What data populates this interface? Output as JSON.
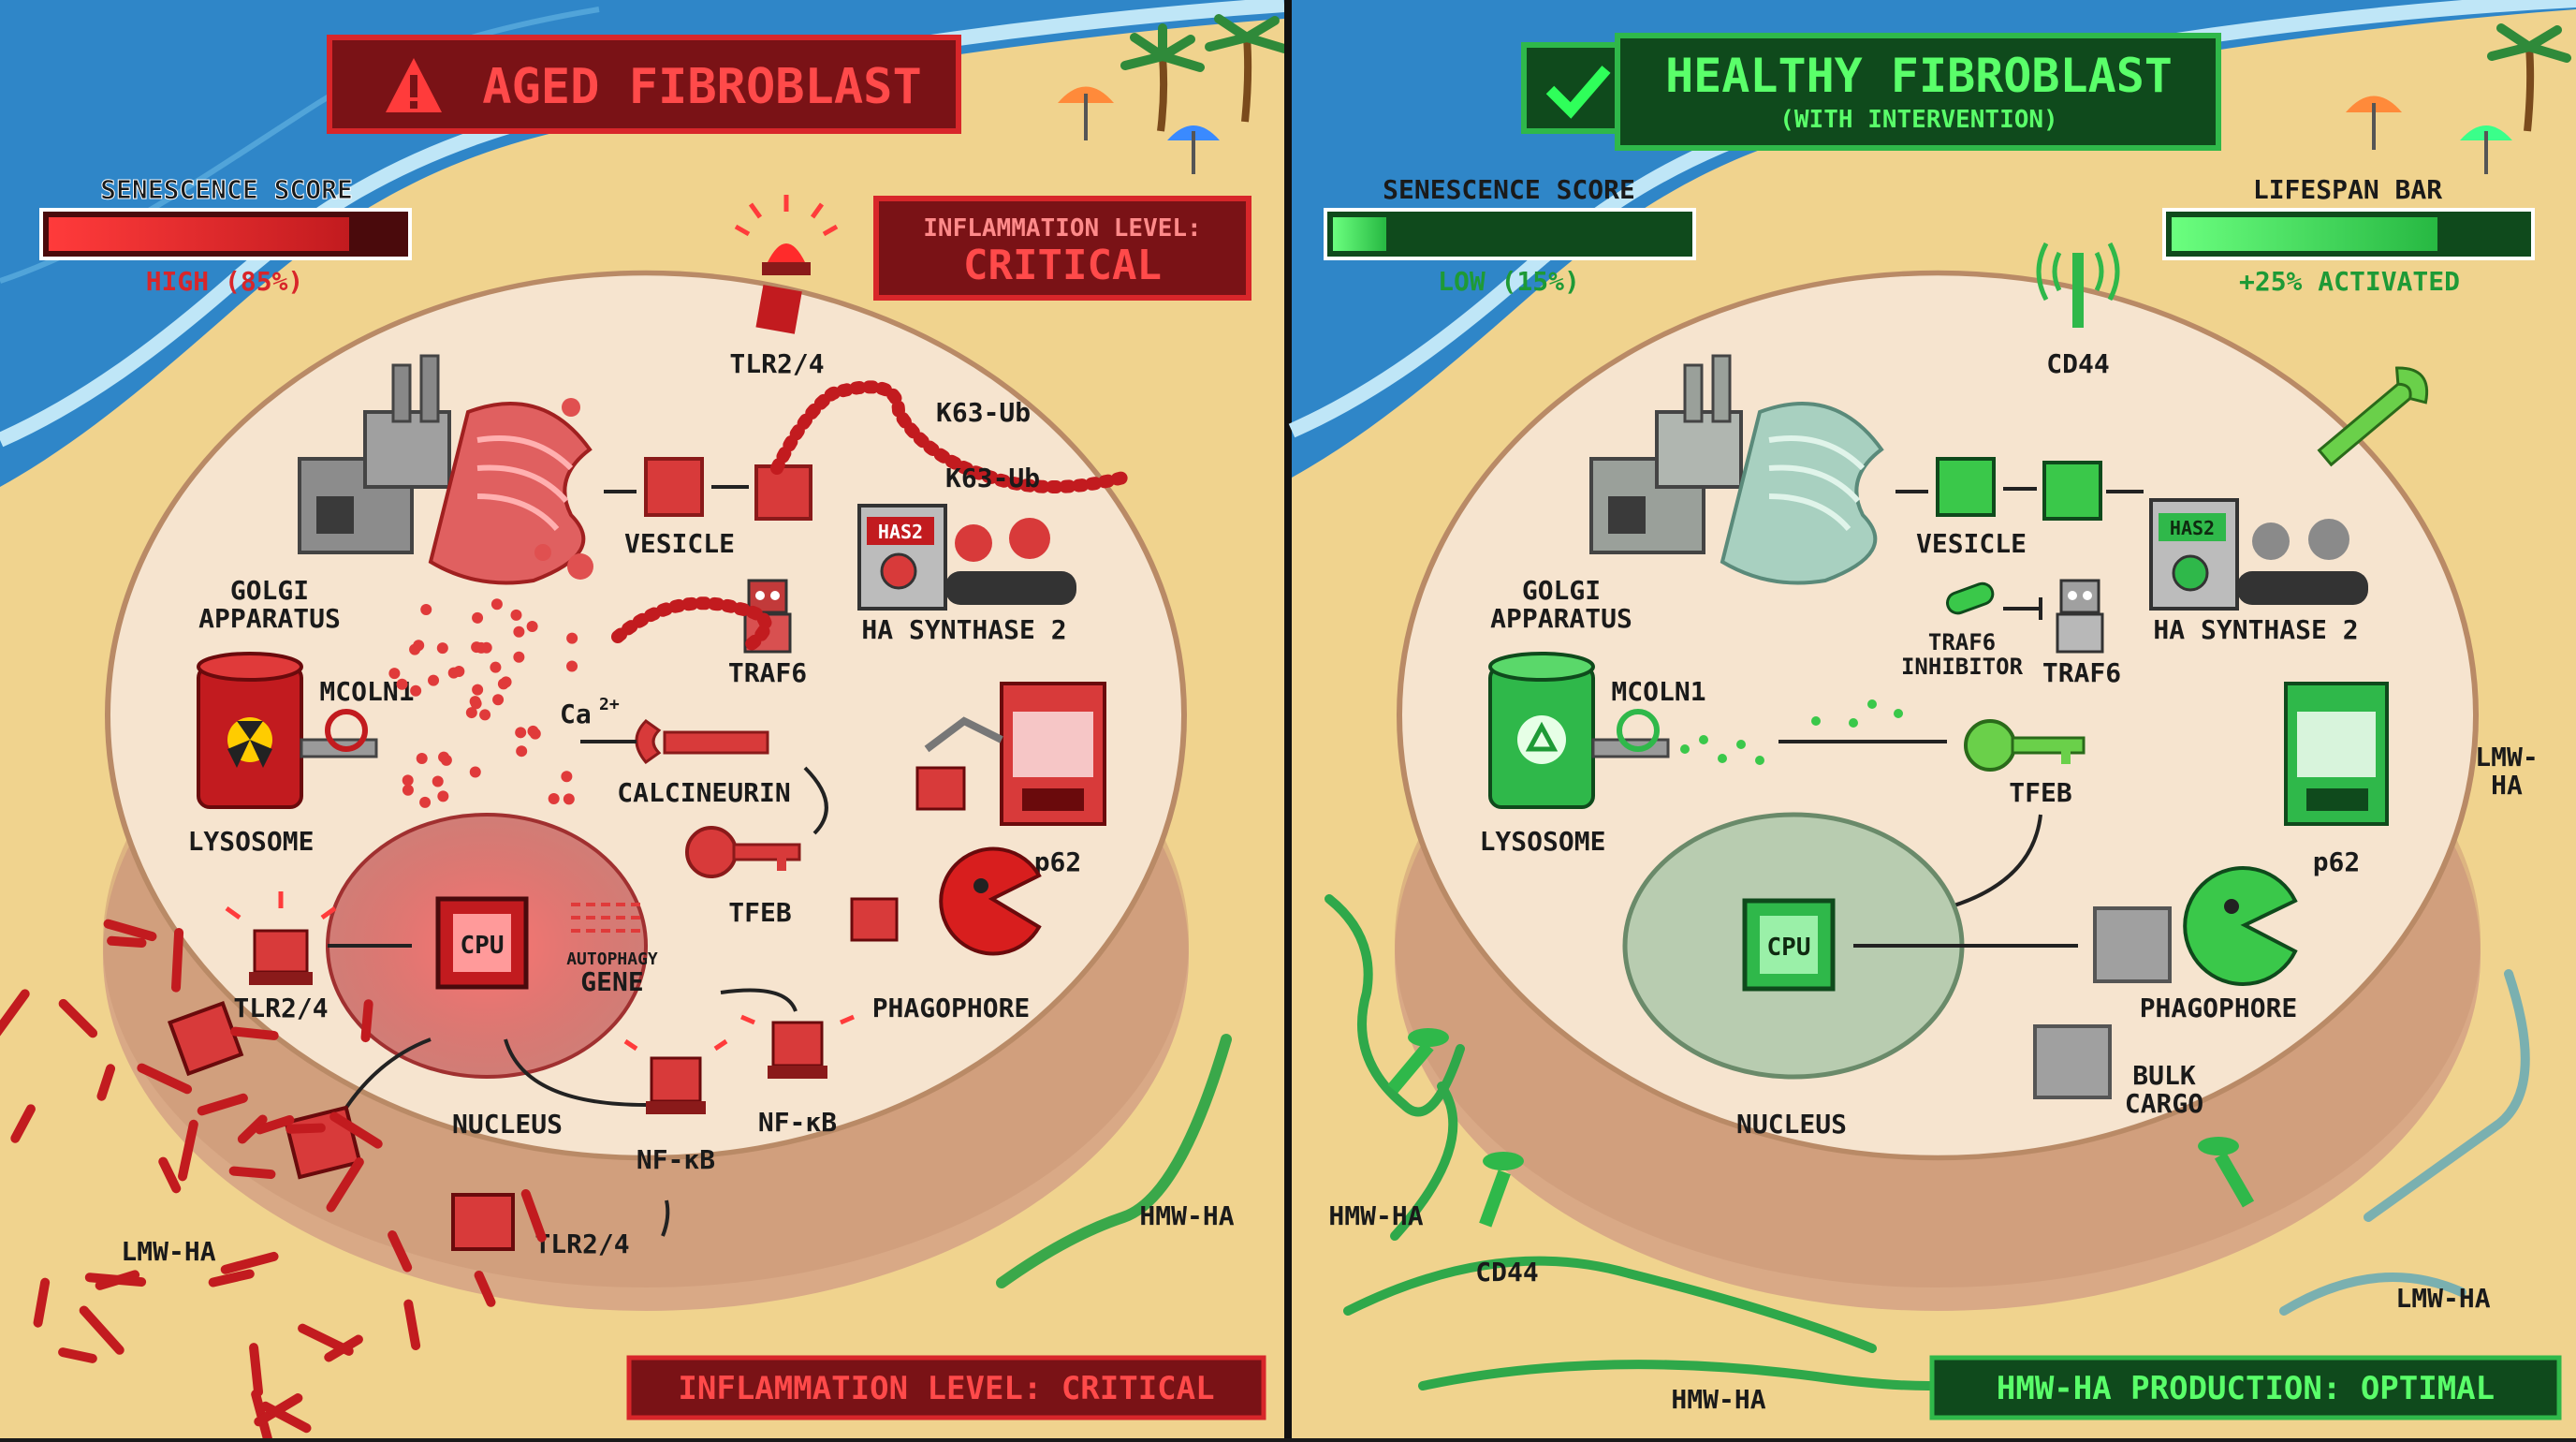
{
  "left": {
    "title": "AGED FIBROBLAST",
    "senescence_label": "SENESCENCE SCORE",
    "senescence_value": "HIGH (85%)",
    "senescence_fraction": 0.85,
    "inflammation_box_line1": "INFLAMMATION LEVEL:",
    "inflammation_box_line2": "CRITICAL",
    "bottom_banner": "INFLAMMATION LEVEL: CRITICAL",
    "labels": {
      "tlr_top": "TLR2/4",
      "k63_a": "K63-Ub",
      "k63_b": "K63-Ub",
      "golgi_1": "GOLGI",
      "golgi_2": "APPARATUS",
      "vesicle": "VESICLE",
      "has2": "HAS2",
      "ha_synthase": "HA SYNTHASE 2",
      "traf6": "TRAF6",
      "mcoln1": "MCOLN1",
      "ca": "Ca",
      "ca_sup": "2+",
      "calcineurin": "CALCINEURIN",
      "lysosome": "LYSOSOME",
      "tfeb": "TFEB",
      "p62": "p62",
      "cpu": "CPU",
      "autophagy_1": "AUTOPHAGY",
      "autophagy_2": "GENE",
      "tlr_mid": "TLR2/4",
      "phagophore": "PHAGOPHORE",
      "nucleus": "NUCLEUS",
      "nfkb_a": "NF-κB",
      "nfkb_b": "NF-κB",
      "lmw_ha": "LMW-HA",
      "tlr_bottom": "TLR2/4",
      "hmw_ha": "HMW-HA"
    }
  },
  "right": {
    "title": "HEALTHY FIBROBLAST",
    "subtitle": "(WITH INTERVENTION)",
    "senescence_label": "SENESCENCE SCORE",
    "senescence_value": "LOW (15%)",
    "senescence_fraction": 0.15,
    "lifespan_label": "LIFESPAN BAR",
    "lifespan_value": "+25% ACTIVATED",
    "lifespan_fraction": 0.75,
    "bottom_banner": "HMW-HA PRODUCTION: OPTIMAL",
    "labels": {
      "cd44_top": "CD44",
      "golgi_1": "GOLGI",
      "golgi_2": "APPARATUS",
      "vesicle": "VESICLE",
      "has2": "HAS2",
      "ha_synthase": "HA SYNTHASE 2",
      "traf6_inh_1": "TRAF6",
      "traf6_inh_2": "INHIBITOR",
      "traf6": "TRAF6",
      "mcoln1": "MCOLN1",
      "lysosome": "LYSOSOME",
      "tfeb": "TFEB",
      "p62": "p62",
      "lmw_ha_top_1": "LMW-",
      "lmw_ha_top_2": "HA",
      "cpu": "CPU",
      "phagophore": "PHAGOPHORE",
      "bulk_1": "BULK",
      "bulk_2": "CARGO",
      "nucleus": "NUCLEUS",
      "hmw_ha_left": "HMW-HA",
      "cd44_bottom": "CD44",
      "lmw_ha": "LMW-HA",
      "hmw_ha_bottom": "HMW-HA"
    }
  },
  "colors": {
    "red": "#d8262a",
    "dark_red": "#7a1216",
    "green": "#2fb84a",
    "dark_green": "#0f4a1c",
    "sand": "#f0d38e",
    "sea": "#2f86c8",
    "cell": "#f6e4cf",
    "cell_rim": "#d9a986"
  },
  "icons": [
    "warning-icon",
    "checkmark-icon",
    "siren-icon",
    "factory-icon",
    "barrel-icon",
    "valve-icon",
    "wrench-icon",
    "key-icon",
    "cpu-icon",
    "robot-icon",
    "claw-machine-icon",
    "pacman-icon",
    "palm-tree-icon",
    "umbrella-icon",
    "antenna-icon",
    "cube-icon",
    "pill-icon"
  ]
}
